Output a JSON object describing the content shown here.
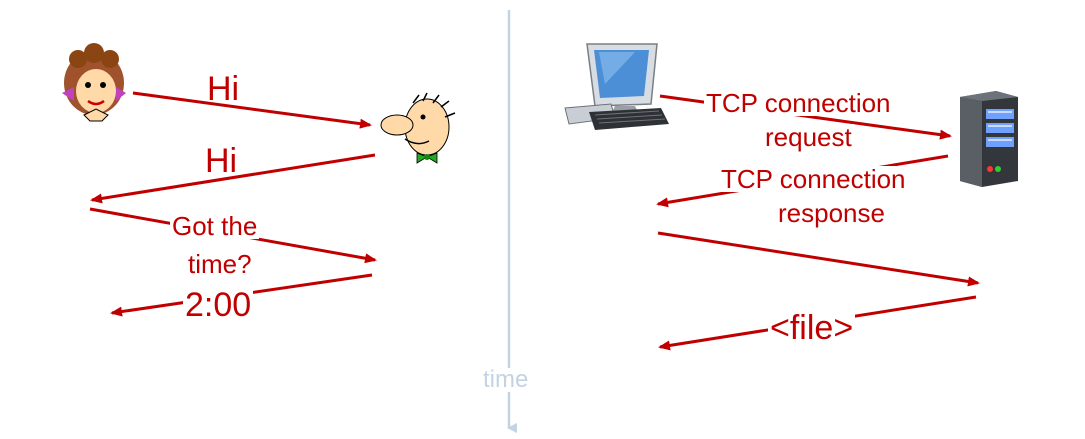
{
  "human_protocol": {
    "msg_hi_1": "Hi",
    "msg_hi_2": "Hi",
    "msg_got_the_time_line1": "Got the",
    "msg_got_the_time_line2": "time?",
    "msg_answer": "2:00"
  },
  "network_protocol": {
    "msg_tcp_request_line1": "TCP connection",
    "msg_tcp_request_line2": "request",
    "msg_tcp_response_line1": "TCP connection",
    "msg_tcp_response_line2": "response",
    "msg_file": "<file>"
  },
  "timeline": {
    "label": "time"
  },
  "colors": {
    "arrow": "#c00000",
    "timeline": "#c3d3e3"
  },
  "icons": [
    "woman-icon",
    "man-icon",
    "desktop-computer-icon",
    "server-tower-icon"
  ]
}
